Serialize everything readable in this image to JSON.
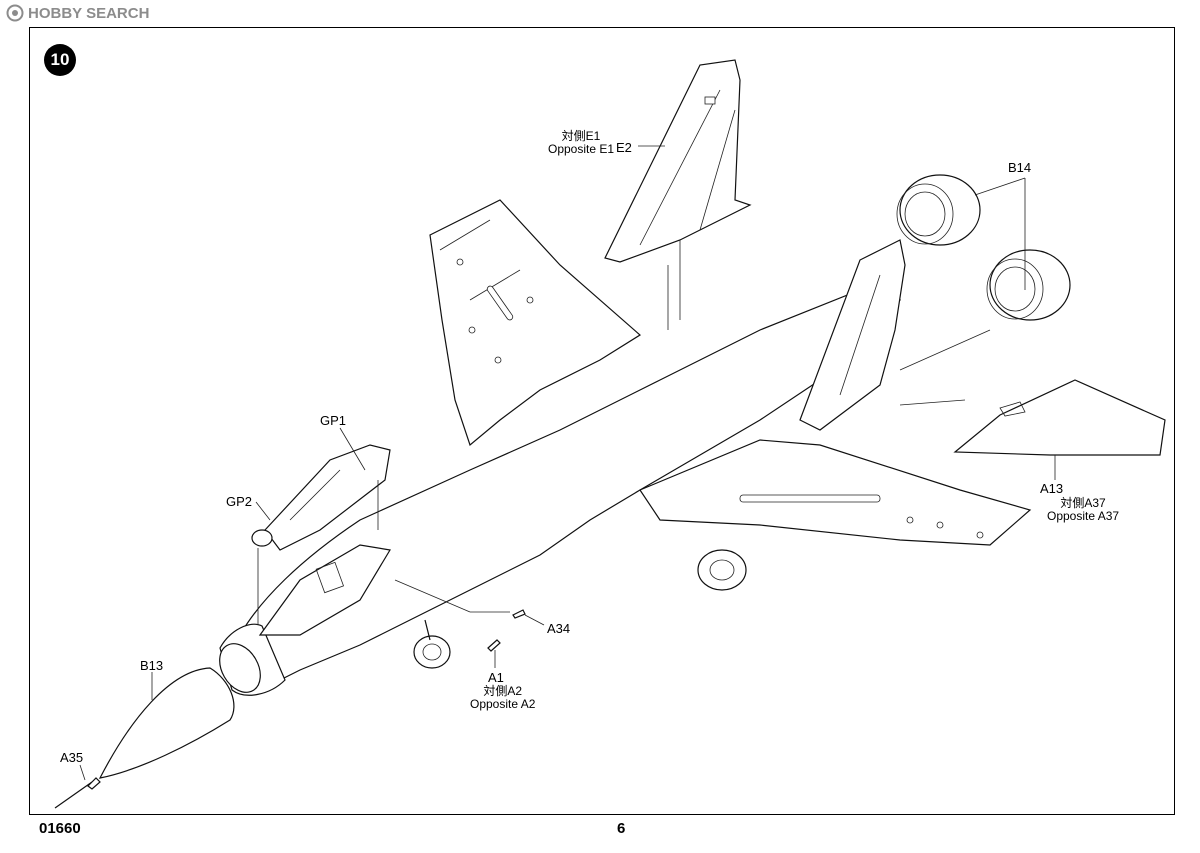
{
  "watermark": {
    "text": "HOBBY SEARCH"
  },
  "step": {
    "number": "10"
  },
  "footer": {
    "code": "01660",
    "page": "6"
  },
  "labels": {
    "e2": "E2",
    "e1_cn": "対側E1",
    "e1_en": "Opposite E1",
    "b14": "B14",
    "gp1": "GP1",
    "gp2": "GP2",
    "a13": "A13",
    "a37_cn": "対側A37",
    "a37_en": "Opposite A37",
    "a34": "A34",
    "a1": "A1",
    "a2_cn": "対側A2",
    "a2_en": "Opposite A2",
    "b13": "B13",
    "a35": "A35"
  }
}
